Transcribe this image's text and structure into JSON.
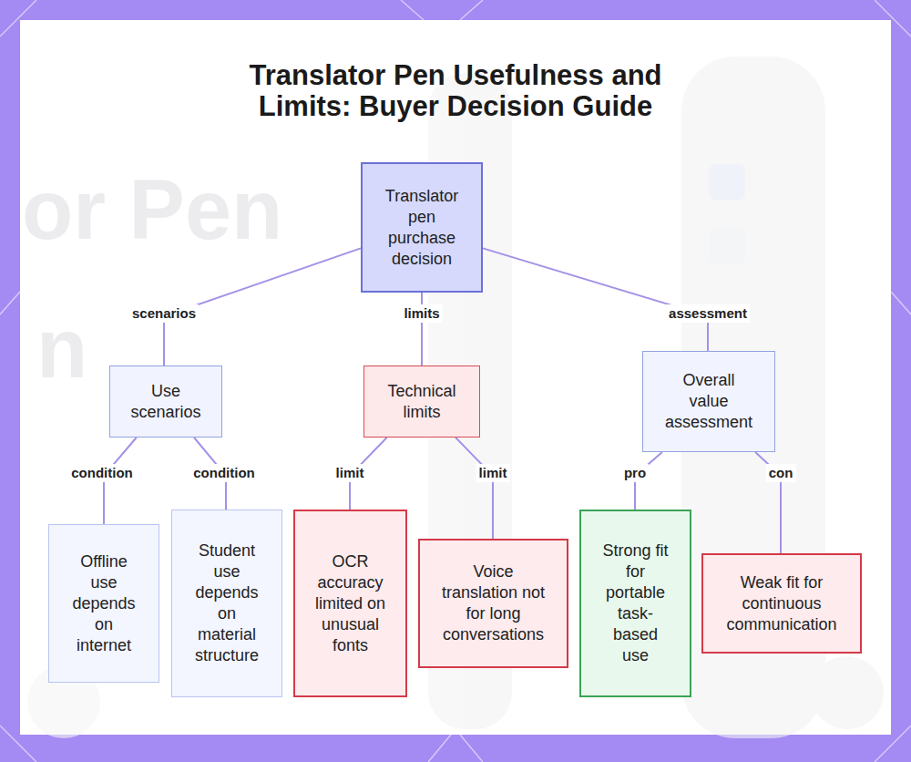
{
  "diagram": {
    "title": "Translator Pen Usefulness and Limits: Buyer Decision Guide",
    "nodes": [
      {
        "text": [
          "Translator pen purchase decision"
        ]
      },
      {
        "text": [
          "Use scenarios"
        ]
      },
      {
        "text": [
          "Technical limits"
        ]
      },
      {
        "text": [
          "Overall value assessment"
        ]
      },
      {
        "text": [
          "Offline use depends on internet"
        ]
      },
      {
        "text": [
          "Student use depends on material structure"
        ]
      },
      {
        "text": [
          "OCR accuracy limited on unusual fonts"
        ]
      },
      {
        "text": [
          "Voice translation not for long conversations"
        ]
      },
      {
        "text": [
          "Strong fit for portable task-based use"
        ]
      },
      {
        "text": [
          "Weak fit for continuous communication"
        ]
      }
    ],
    "edges": [
      {
        "from": 0,
        "to": 1,
        "label": "scenarios",
        "arrow": "none"
      },
      {
        "from": 0,
        "to": 2,
        "label": "limits",
        "arrow": "none"
      },
      {
        "from": 0,
        "to": 3,
        "label": "assessment",
        "arrow": "none"
      },
      {
        "from": 1,
        "to": 4,
        "label": "condition",
        "arrow": "none"
      },
      {
        "from": 1,
        "to": 5,
        "label": "condition",
        "arrow": "none"
      },
      {
        "from": 2,
        "to": 6,
        "label": "limit",
        "arrow": "none"
      },
      {
        "from": 2,
        "to": 7,
        "label": "limit",
        "arrow": "none"
      },
      {
        "from": 3,
        "to": 8,
        "label": "pro",
        "arrow": "none"
      },
      {
        "from": 3,
        "to": 9,
        "label": "con",
        "arrow": "none"
      }
    ],
    "labels": [
      "or Pen",
      "n"
    ]
  }
}
